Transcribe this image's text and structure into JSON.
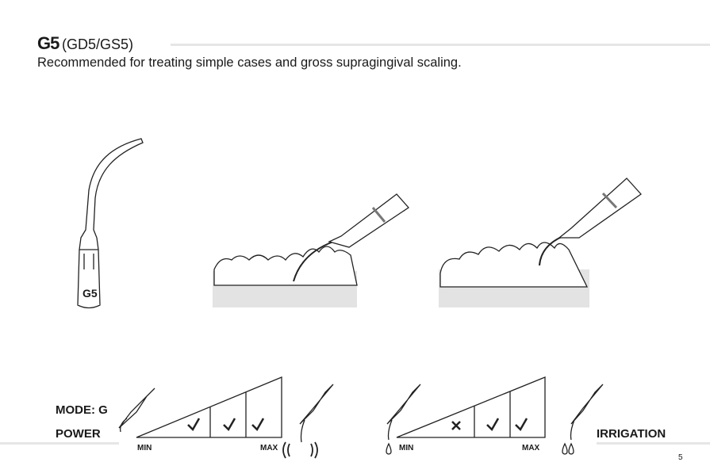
{
  "header": {
    "model": "G5",
    "variants": "(GD5/GS5)",
    "description": "Recommended for treating simple cases and gross supragingival scaling."
  },
  "tip_label": "G5",
  "settings": {
    "mode_label": "MODE: G",
    "power": {
      "label": "POWER",
      "min": "MIN",
      "max": "MAX",
      "levels": [
        "check",
        "check",
        "check"
      ]
    },
    "irrigation": {
      "label": "IRRIGATION",
      "min": "MIN",
      "max": "MAX",
      "levels": [
        "cross",
        "check",
        "check"
      ]
    }
  },
  "page_number": "5"
}
